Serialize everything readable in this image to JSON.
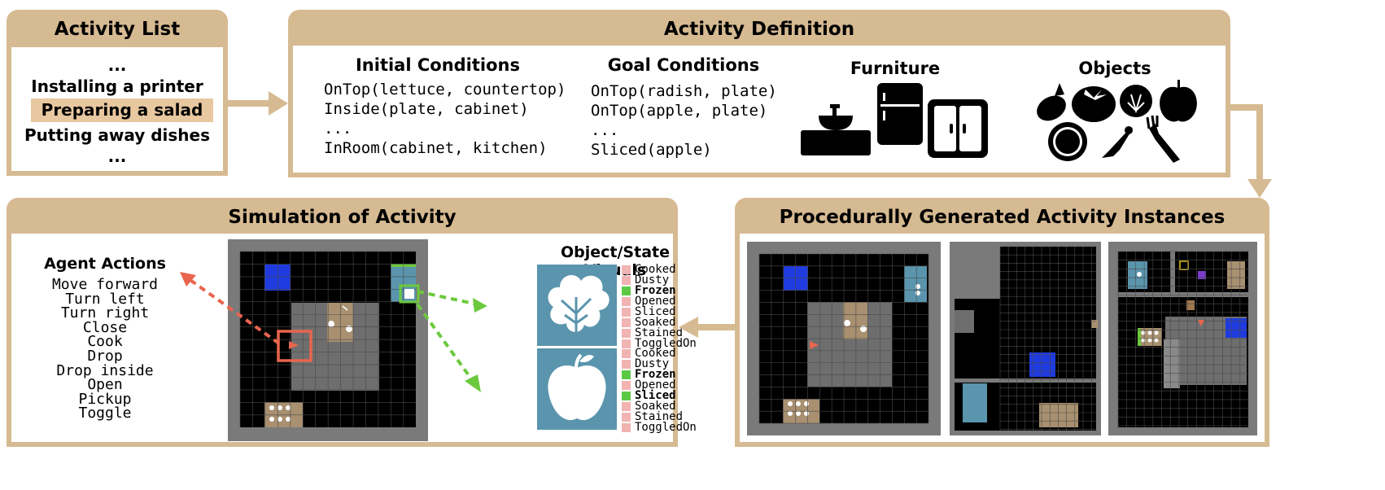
{
  "activity_list": {
    "title": "Activity List",
    "ellipsis_top": "...",
    "items": [
      "Installing a printer",
      "Preparing a salad",
      "Putting away dishes"
    ],
    "ellipsis_bottom": "...",
    "highlight_color": "#e8c8a0"
  },
  "activity_definition": {
    "title": "Activity Definition",
    "initial": {
      "heading": "Initial Conditions",
      "lines": [
        "OnTop(lettuce, countertop)",
        "Inside(plate, cabinet)",
        "...",
        "InRoom(cabinet, kitchen)"
      ]
    },
    "goal": {
      "heading": "Goal Conditions",
      "lines": [
        "OnTop(radish, plate)",
        "OnTop(apple, plate)",
        "...",
        "Sliced(apple)"
      ]
    },
    "furniture": {
      "heading": "Furniture",
      "icons": [
        "sink-icon",
        "fridge-icon",
        "cabinet-icon"
      ]
    },
    "objects": {
      "heading": "Objects",
      "icons": [
        "radish-icon",
        "tomato-icon",
        "lettuce-icon",
        "apple-icon",
        "plate-icon",
        "knife-icon",
        "fork-icon"
      ]
    }
  },
  "simulation": {
    "title": "Simulation of Activity",
    "agent_actions_heading": "Agent Actions",
    "actions": [
      "Move forward",
      "Turn left",
      "Turn right",
      "Close",
      "Cook",
      "Drop",
      "Drop inside",
      "Open",
      "Pickup",
      "Toggle"
    ],
    "visuals_heading": "Object/State Visuals",
    "state_names": [
      "Cooked",
      "Dusty",
      "Frozen",
      "Opened",
      "Sliced",
      "Soaked",
      "Stained",
      "ToggledOn"
    ],
    "lettuce_active": [
      "Frozen"
    ],
    "apple_active": [
      "Frozen",
      "Sliced"
    ],
    "colors": {
      "active": "#5cc944",
      "inactive": "#f2b3b3",
      "agent": "#e8654e",
      "link": "#6cc93d",
      "object_bg": "#5a95ad"
    }
  },
  "instances": {
    "title": "Procedurally Generated Activity Instances"
  },
  "colors": {
    "frame": "#d6ba92",
    "grid_black": "#000000",
    "floor_gray": "#6e6e6e",
    "wall_gray": "#7c7c7c",
    "blue_tile": "#1f3bdf",
    "teal": "#5a95ad",
    "tan": "#a89070"
  }
}
